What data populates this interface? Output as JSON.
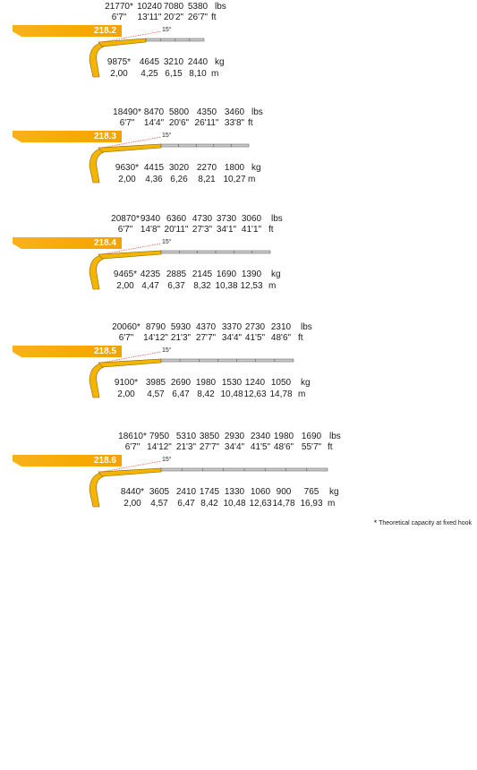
{
  "models": [
    {
      "name": "218.2",
      "angle": "15°",
      "lbs": [
        "21770*",
        "10240",
        "7080",
        "5380"
      ],
      "ft": [
        "6'7\"",
        "13'11\"",
        "20'2\"",
        "26'7\""
      ],
      "kg": [
        "9875*",
        "4645",
        "3210",
        "2440"
      ],
      "m": [
        "2,00",
        "4,25",
        "6,15",
        "8,10"
      ]
    },
    {
      "name": "218.3",
      "angle": "15°",
      "lbs": [
        "18490*",
        "8470",
        "5800",
        "4350",
        "3460"
      ],
      "ft": [
        "6'7\"",
        "14'4\"",
        "20'6\"",
        "26'11\"",
        "33'8\""
      ],
      "kg": [
        "9630*",
        "4415",
        "3020",
        "2270",
        "1800"
      ],
      "m": [
        "2,00",
        "4,36",
        "6,26",
        "8,21",
        "10,27"
      ]
    },
    {
      "name": "218.4",
      "angle": "15°",
      "lbs": [
        "20870*",
        "9340",
        "6360",
        "4730",
        "3730",
        "3060"
      ],
      "ft": [
        "6'7\"",
        "14'8\"",
        "20'11\"",
        "27'3\"",
        "34'1\"",
        "41'1\""
      ],
      "kg": [
        "9465*",
        "4235",
        "2885",
        "2145",
        "1690",
        "1390"
      ],
      "m": [
        "2,00",
        "4,47",
        "6,37",
        "8,32",
        "10,38",
        "12,53"
      ]
    },
    {
      "name": "218.5",
      "angle": "15°",
      "lbs": [
        "20060*",
        "8790",
        "5930",
        "4370",
        "3370",
        "2730",
        "2310"
      ],
      "ft": [
        "6'7\"",
        "14'12\"",
        "21'3\"",
        "27'7\"",
        "34'4\"",
        "41'5\"",
        "48'6\""
      ],
      "kg": [
        "9100*",
        "3985",
        "2690",
        "1980",
        "1530",
        "1240",
        "1050"
      ],
      "m": [
        "2,00",
        "4,57",
        "6,47",
        "8,42",
        "10,48",
        "12,63",
        "14,78"
      ]
    },
    {
      "name": "218.6",
      "angle": "15°",
      "lbs": [
        "18610*",
        "7950",
        "5310",
        "3850",
        "2930",
        "2340",
        "1980",
        "1690"
      ],
      "ft": [
        "6'7\"",
        "14'12\"",
        "21'3\"",
        "27'7\"",
        "34'4\"",
        "41'5\"",
        "48'6\"",
        "55'7\""
      ],
      "kg": [
        "8440*",
        "3605",
        "2410",
        "1745",
        "1330",
        "1060",
        "900",
        "765"
      ],
      "m": [
        "2,00",
        "4,57",
        "6,47",
        "8,42",
        "10,48",
        "12,63",
        "14,78",
        "16,93"
      ]
    }
  ],
  "units": {
    "lbs": "lbs",
    "ft": "ft",
    "kg": "kg",
    "m": "m"
  },
  "footnote": {
    "star": "*",
    "text": "Theoretical capacity at fixed hook"
  },
  "colors": {
    "accent": "#f6a800",
    "boom": "#f4b400",
    "extension": "#c9c9c9",
    "angle_line": "#e0463a"
  }
}
